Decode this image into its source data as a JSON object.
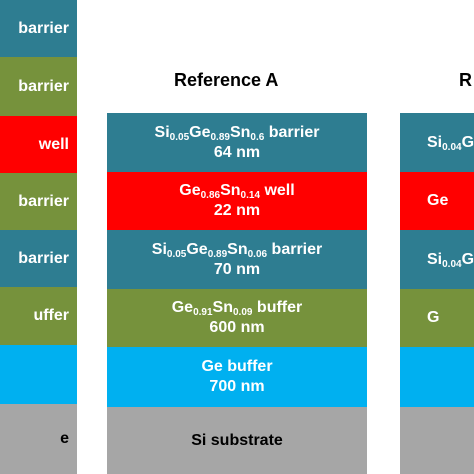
{
  "colors": {
    "barrier": "#2e7d91",
    "buffer_gesn": "#76923c",
    "well": "#ff0000",
    "ge_buffer": "#00b0f0",
    "substrate": "#a6a6a6"
  },
  "left_stack": {
    "layers": [
      {
        "text": "barrier",
        "kind": "barrier"
      },
      {
        "text": "barrier",
        "kind": "buffer_gesn"
      },
      {
        "text": "well",
        "kind": "well"
      },
      {
        "text": "barrier",
        "kind": "buffer_gesn"
      },
      {
        "text": "barrier",
        "kind": "barrier"
      },
      {
        "text": "uffer",
        "kind": "buffer_gesn"
      },
      {
        "text": "",
        "kind": "ge_buffer"
      },
      {
        "text": "e",
        "kind": "substrate"
      }
    ]
  },
  "mid_stack": {
    "title": "Reference A",
    "layers": [
      {
        "kind": "barrier",
        "line2": "64 nm"
      },
      {
        "kind": "well",
        "line2": "22 nm"
      },
      {
        "kind": "barrier",
        "line2": "70 nm"
      },
      {
        "kind": "buffer_gesn",
        "line2": "600 nm"
      },
      {
        "kind": "ge_buffer",
        "line1": "Ge buffer",
        "line2": "700 nm"
      },
      {
        "kind": "substrate",
        "line1": "Si substrate"
      }
    ],
    "formulas": {
      "barrier_top": {
        "a": "Si",
        "a_sub": "0.05",
        "b": "Ge",
        "b_sub": "0.89",
        "c": "Sn",
        "c_sub": "0.6",
        "suffix": " barrier"
      },
      "well": {
        "a": "Ge",
        "a_sub": "0.86",
        "b": "Sn",
        "b_sub": "0.14",
        "suffix": " well"
      },
      "barrier_bottom": {
        "a": "Si",
        "a_sub": "0.05",
        "b": "Ge",
        "b_sub": "0.89",
        "c": "Sn",
        "c_sub": "0.06",
        "suffix": " barrier"
      },
      "buffer": {
        "a": "Ge",
        "a_sub": "0.91",
        "b": "Sn",
        "b_sub": "0.09",
        "suffix": " buffer"
      }
    }
  },
  "right_stack": {
    "title": "R",
    "layers": [
      {
        "kind": "barrier",
        "a": "Si",
        "a_sub": "0.04",
        "b": "G"
      },
      {
        "kind": "well",
        "a": "Ge"
      },
      {
        "kind": "barrier",
        "a": "Si",
        "a_sub": "0.04",
        "b": "G"
      },
      {
        "kind": "buffer_gesn",
        "a": "G"
      },
      {
        "kind": "ge_buffer",
        "a": ""
      },
      {
        "kind": "substrate",
        "a": ""
      }
    ]
  }
}
